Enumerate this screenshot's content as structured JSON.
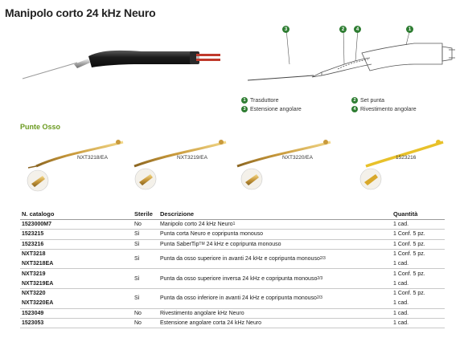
{
  "title": "Manipolo corto 24 kHz Neuro",
  "callouts": [
    {
      "num": "1",
      "label": "Trasduttore"
    },
    {
      "num": "2",
      "label": "Set punta"
    },
    {
      "num": "3",
      "label": "Estensione angolare"
    },
    {
      "num": "4",
      "label": "Rivestimento angolare"
    }
  ],
  "diagram_badges": [
    "3",
    "2",
    "4",
    "1"
  ],
  "section_title": "Punte Osso",
  "tips": [
    {
      "code": "NXT3218/EA"
    },
    {
      "code": "NXT3219/EA"
    },
    {
      "code": "NXT3220/EA"
    },
    {
      "code": "1523216"
    }
  ],
  "table": {
    "headers": {
      "code": "N. catalogo",
      "sterile": "Sterile",
      "desc": "Descrizione",
      "qty": "Quantità"
    },
    "rows": [
      {
        "code": "1523000M7",
        "sterile": "No",
        "desc": "Manipolo corto 24 kHz Neuro",
        "desc_sup": "1",
        "qty": "1 cad."
      },
      {
        "code": "1523215",
        "sterile": "Sì",
        "desc": "Punta corta Neuro e copripunta monouso",
        "qty": "1 Conf. 5 pz."
      },
      {
        "code": "1523216",
        "sterile": "Sì",
        "desc": "Punta SaberTip",
        "desc_tm": "TM",
        "desc_after": " 24 kHz e copripunta monouso",
        "qty": "1 Conf. 5 pz."
      }
    ],
    "groups": [
      {
        "codes": [
          "NXT3218",
          "NXT3218EA"
        ],
        "sterile": "Sì",
        "desc": "Punta da osso superiore in avanti 24 kHz e copripunta monouso",
        "desc_sup": "2/3",
        "qtys": [
          "1 Conf. 5 pz.",
          "1 cad."
        ]
      },
      {
        "codes": [
          "NXT3219",
          "NXT3219EA"
        ],
        "sterile": "Sì",
        "desc": "Punta da osso superiore inversa 24 kHz e copripunta monouso",
        "desc_sup": "2/3",
        "qtys": [
          "1 Conf. 5 pz.",
          "1 cad."
        ]
      },
      {
        "codes": [
          "NXT3220",
          "NXT3220EA"
        ],
        "sterile": "Sì",
        "desc": "Punta da osso inferiore in avanti 24 kHz e copripunta monouso",
        "desc_sup": "2/3",
        "qtys": [
          "1 Conf. 5 pz.",
          "1 cad."
        ]
      }
    ],
    "tail_rows": [
      {
        "code": "1523049",
        "sterile": "No",
        "desc": "Rivestimento angolare kHz Neuro",
        "qty": "1 cad."
      },
      {
        "code": "1523053",
        "sterile": "No",
        "desc": "Estensione angolare corta 24 kHz Neuro",
        "qty": "1 cad."
      }
    ]
  }
}
